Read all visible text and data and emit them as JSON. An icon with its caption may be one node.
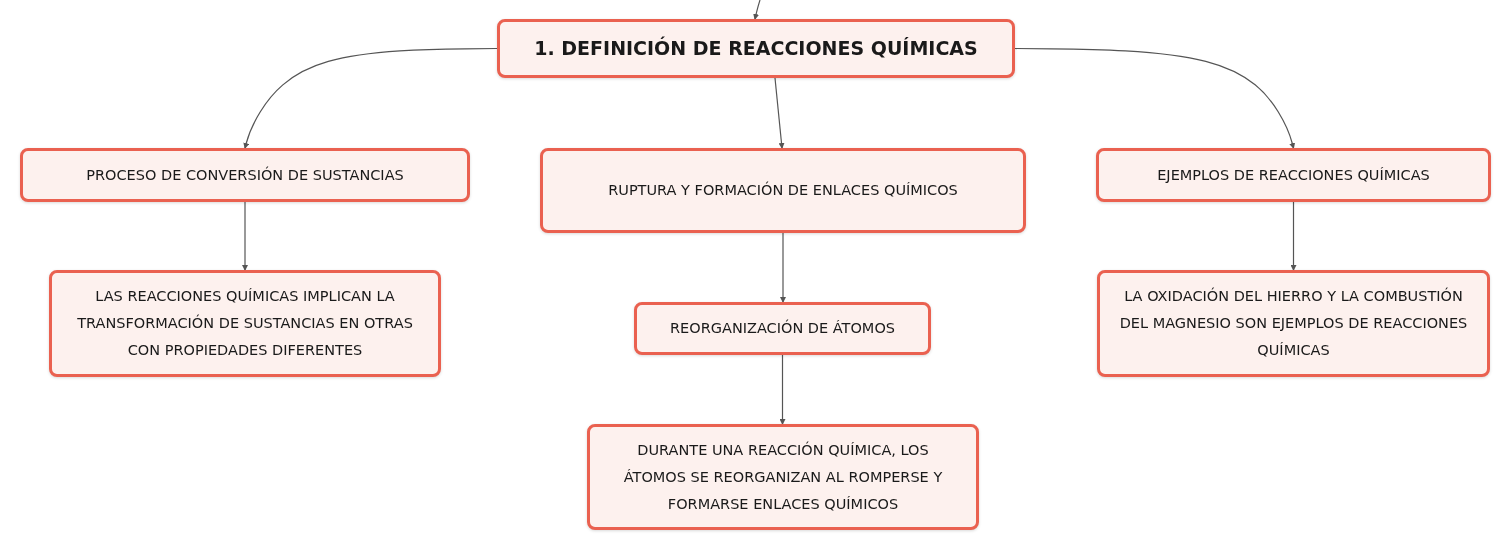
{
  "diagram": {
    "nodes": [
      {
        "text": [
          "1. DEFINICIÓN DE REACCIONES QUÍMICAS"
        ]
      },
      {
        "text": [
          "PROCESO DE CONVERSIÓN DE SUSTANCIAS"
        ]
      },
      {
        "text": [
          "RUPTURA Y FORMACIÓN DE ENLACES QUÍMICOS"
        ]
      },
      {
        "text": [
          "EJEMPLOS DE REACCIONES QUÍMICAS"
        ]
      },
      {
        "text": [
          "LAS REACCIONES QUÍMICAS IMPLICAN LA TRANSFORMACIÓN DE SUSTANCIAS EN OTRAS CON PROPIEDADES DIFERENTES"
        ]
      },
      {
        "text": [
          "REORGANIZACIÓN DE ÁTOMOS"
        ]
      },
      {
        "text": [
          "DURANTE UNA REACCIÓN QUÍMICA, LOS ÁTOMOS SE REORGANIZAN AL ROMPERSE Y FORMARSE ENLACES QUÍMICOS"
        ]
      },
      {
        "text": [
          "LA OXIDACIÓN DEL HIERRO Y LA COMBUSTIÓN DEL MAGNESIO SON EJEMPLOS DE REACCIONES QUÍMICAS"
        ]
      }
    ],
    "edges": [
      {
        "from": null,
        "to": 0,
        "arrow": "to"
      },
      {
        "from": 0,
        "to": 1,
        "arrow": "to"
      },
      {
        "from": 0,
        "to": 2,
        "arrow": "to"
      },
      {
        "from": 0,
        "to": 3,
        "arrow": "to"
      },
      {
        "from": 1,
        "to": 4,
        "arrow": "to"
      },
      {
        "from": 2,
        "to": 5,
        "arrow": "to"
      },
      {
        "from": 5,
        "to": 6,
        "arrow": "to"
      },
      {
        "from": 3,
        "to": 7,
        "arrow": "to"
      }
    ]
  }
}
